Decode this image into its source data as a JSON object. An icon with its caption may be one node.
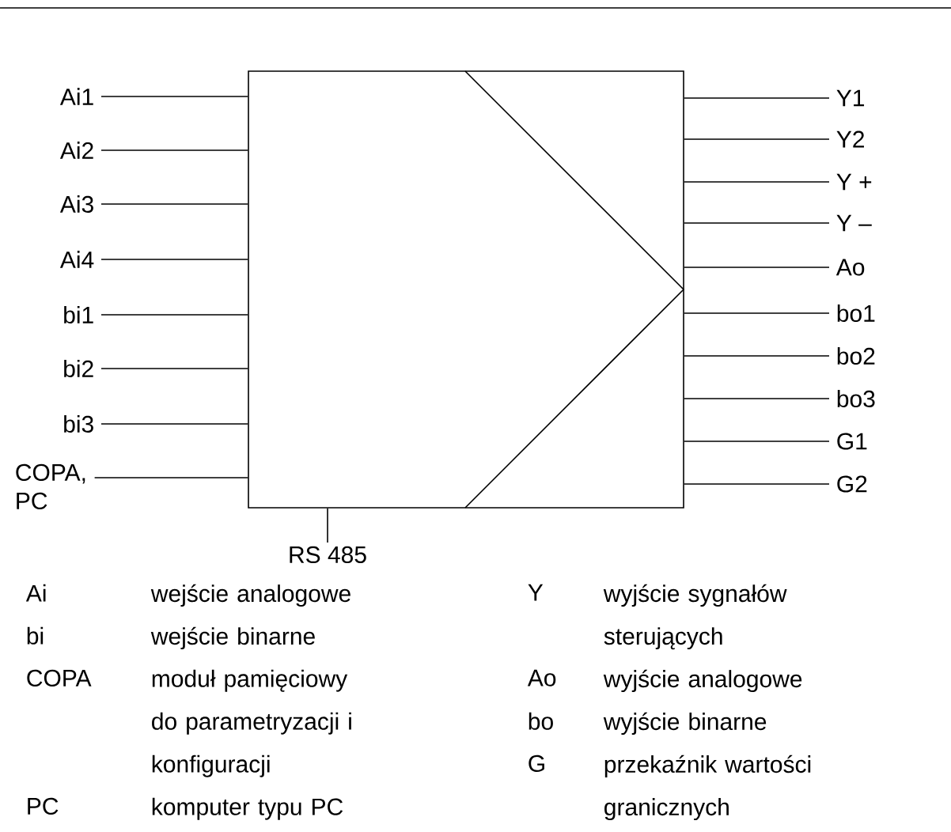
{
  "diagram": {
    "nodes": [
      {
        "text": [],
        "shape": "box"
      },
      {
        "text": [
          "Ai1"
        ]
      },
      {
        "text": [
          "Ai2"
        ]
      },
      {
        "text": [
          "Ai3"
        ]
      },
      {
        "text": [
          "Ai4"
        ]
      },
      {
        "text": [
          "bi1"
        ]
      },
      {
        "text": [
          "bi2"
        ]
      },
      {
        "text": [
          "bi3"
        ]
      },
      {
        "text": [
          "COPA, PC"
        ]
      },
      {
        "text": [
          "Y1"
        ]
      },
      {
        "text": [
          "Y2"
        ]
      },
      {
        "text": [
          "Y +"
        ]
      },
      {
        "text": [
          "Y –"
        ]
      },
      {
        "text": [
          "Ao"
        ]
      },
      {
        "text": [
          "bo1"
        ]
      },
      {
        "text": [
          "bo2"
        ]
      },
      {
        "text": [
          "bo3"
        ]
      },
      {
        "text": [
          "G1"
        ]
      },
      {
        "text": [
          "G2"
        ]
      },
      {
        "text": [
          "RS 485"
        ]
      }
    ],
    "edges": [
      {
        "from": 1,
        "to": 0,
        "arrow": "none"
      },
      {
        "from": 2,
        "to": 0,
        "arrow": "none"
      },
      {
        "from": 3,
        "to": 0,
        "arrow": "none"
      },
      {
        "from": 4,
        "to": 0,
        "arrow": "none"
      },
      {
        "from": 5,
        "to": 0,
        "arrow": "none"
      },
      {
        "from": 6,
        "to": 0,
        "arrow": "none"
      },
      {
        "from": 7,
        "to": 0,
        "arrow": "none"
      },
      {
        "from": 8,
        "to": 0,
        "arrow": "none"
      },
      {
        "from": 0,
        "to": 9,
        "arrow": "none"
      },
      {
        "from": 0,
        "to": 10,
        "arrow": "none"
      },
      {
        "from": 0,
        "to": 11,
        "arrow": "none"
      },
      {
        "from": 0,
        "to": 12,
        "arrow": "none"
      },
      {
        "from": 0,
        "to": 13,
        "arrow": "none"
      },
      {
        "from": 0,
        "to": 14,
        "arrow": "none"
      },
      {
        "from": 0,
        "to": 15,
        "arrow": "none"
      },
      {
        "from": 0,
        "to": 16,
        "arrow": "none"
      },
      {
        "from": 0,
        "to": 17,
        "arrow": "none"
      },
      {
        "from": 0,
        "to": 18,
        "arrow": "none"
      },
      {
        "from": 0,
        "to": 19,
        "arrow": "none"
      }
    ],
    "labels": [
      "Ai",
      "wejście analogowe",
      "Y",
      "wyjście sygnałów sterujących",
      "bi",
      "wejście binarne",
      "COPA",
      "moduł pamięciowy do parametryzacji i konfiguracji",
      "Ao",
      "wyjście analogowe",
      "bo",
      "wyjście binarne",
      "G",
      "przekaźnik wartości granicznych",
      "PC",
      "komputer typu PC"
    ]
  }
}
